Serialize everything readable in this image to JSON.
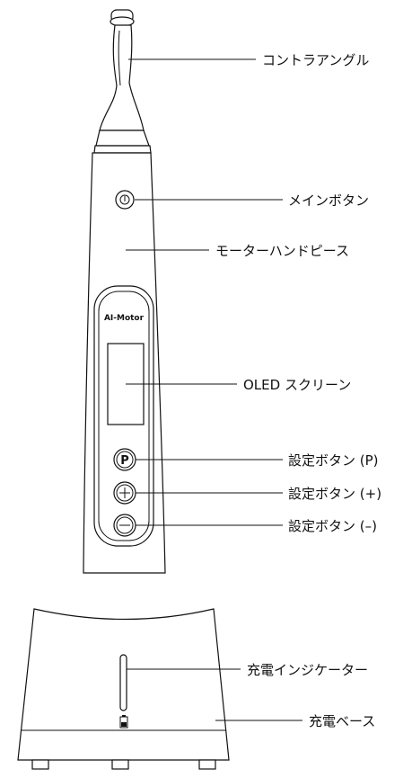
{
  "labels": {
    "contra_angle": "コントラアングル",
    "main_button": "メインボタン",
    "motor_handpiece": "モーターハンドピース",
    "oled_screen": "OLED スクリーン",
    "set_button_p": "設定ボタン (P)",
    "set_button_plus": "設定ボタン (+)",
    "set_button_minus": "設定ボタン (–)",
    "charge_indicator": "充電インジケーター",
    "charge_base": "充電ベース"
  },
  "device": {
    "brand": "AI-Motor",
    "button_p_letter": "P",
    "button_plus_glyph": "+",
    "button_minus_glyph": "−"
  }
}
